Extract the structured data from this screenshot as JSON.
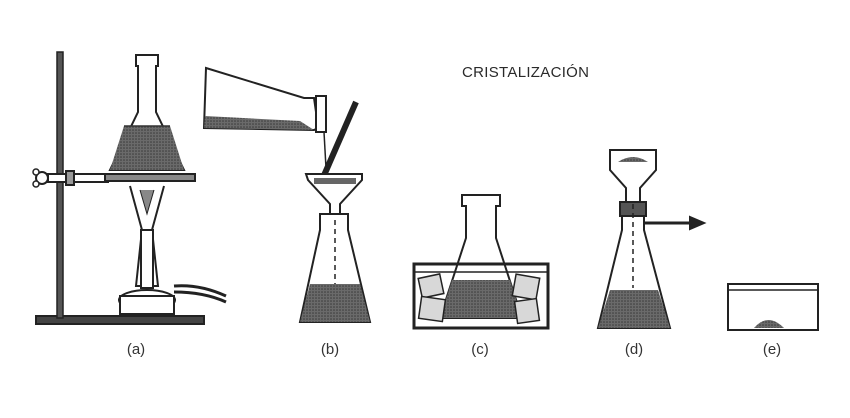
{
  "title": "CRISTALIZACIÓN",
  "steps": [
    {
      "label": "(a)"
    },
    {
      "label": "(b)"
    },
    {
      "label": "(c)"
    },
    {
      "label": "(d)"
    },
    {
      "label": "(e)"
    }
  ],
  "colors": {
    "line": "#222222",
    "liquid": "#555555",
    "liquid_dark": "#3a3a3a",
    "ice": "#d8d8d8",
    "background": "#ffffff"
  }
}
